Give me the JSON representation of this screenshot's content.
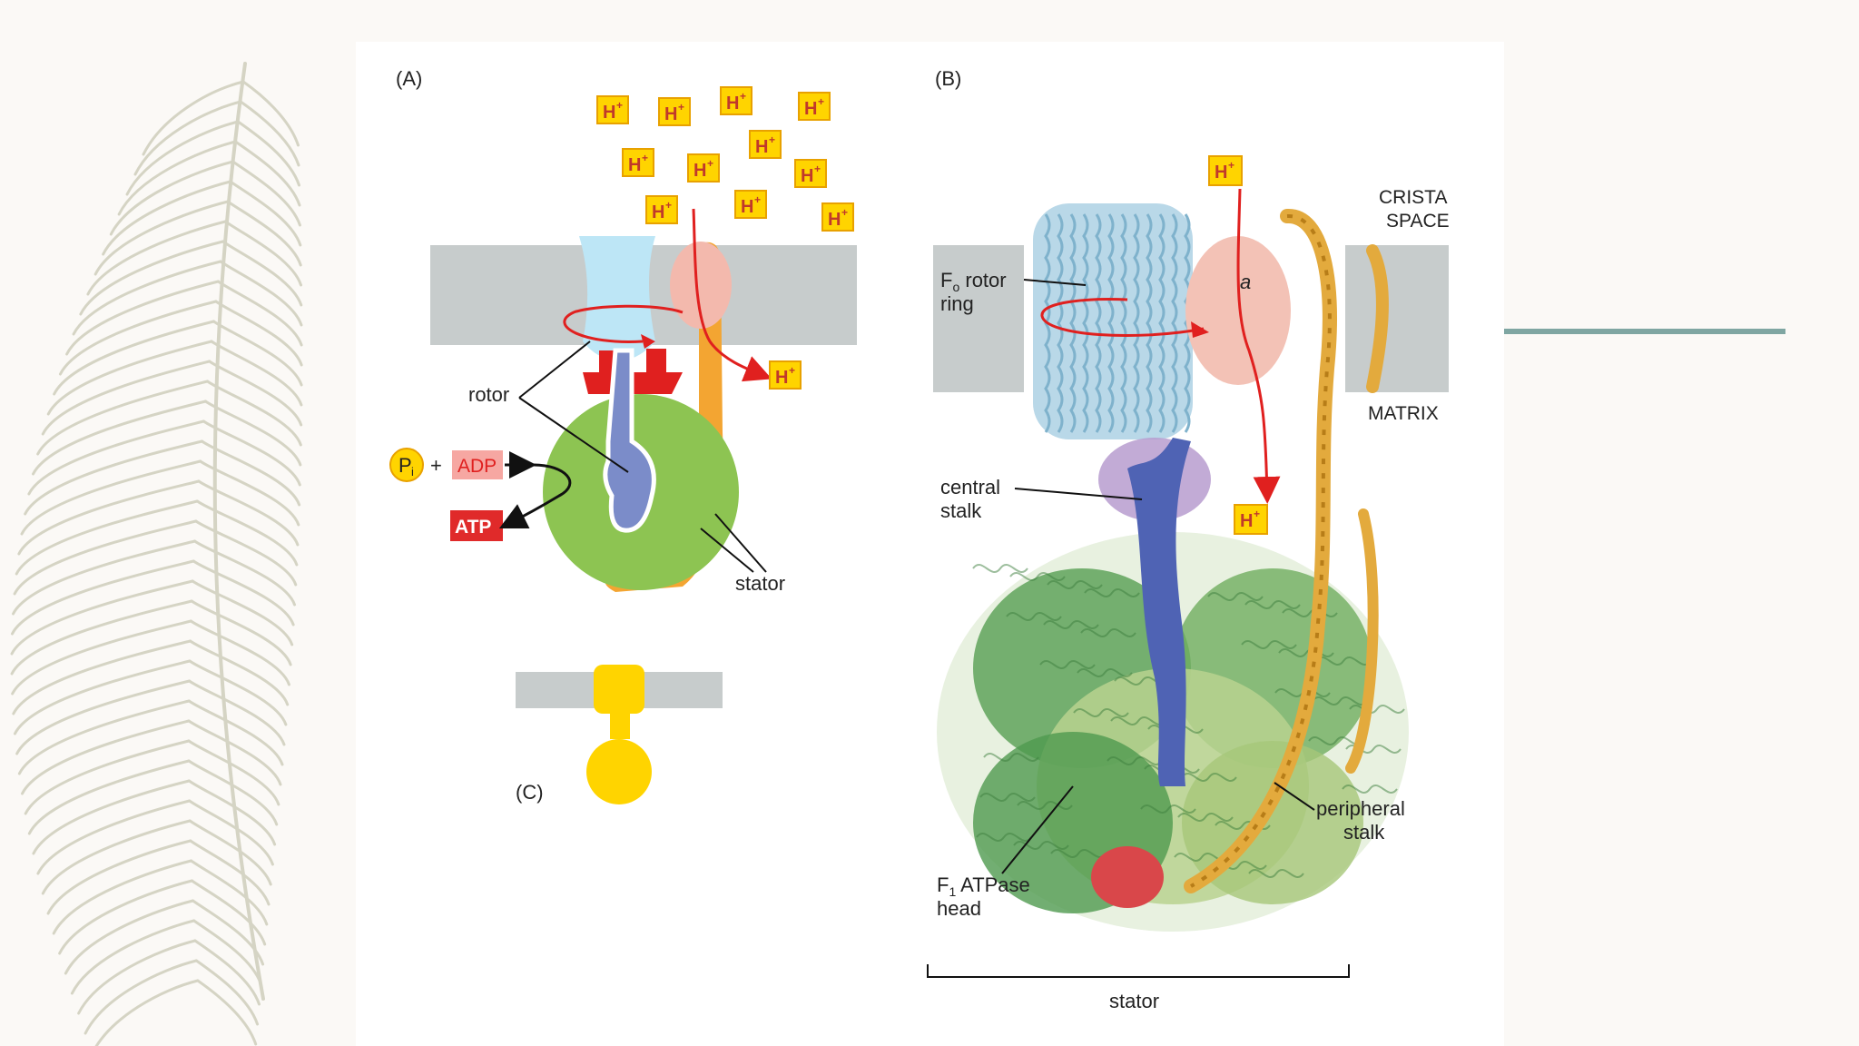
{
  "panels": {
    "a": {
      "tag": "(A)",
      "rotor_label": "rotor",
      "stator_label": "stator",
      "pi_label": "P",
      "pi_sub": "i",
      "plus": "+",
      "adp_label": "ADP",
      "atp_label": "ATP",
      "proton": "H",
      "proton_sup": "+"
    },
    "b": {
      "tag": "(B)",
      "crista_line1": "CRISTA",
      "crista_line2": "SPACE",
      "matrix_label": "MATRIX",
      "fo_main": "F",
      "fo_sub": "o",
      "fo_rest": " rotor",
      "fo_line2": "ring",
      "a_label": "a",
      "central_line1": "central",
      "central_line2": "stalk",
      "peripheral_line1": "peripheral",
      "peripheral_line2": "stalk",
      "f1_main": "F",
      "f1_sub": "1",
      "f1_rest": " ATPase",
      "f1_line2": "head",
      "stator_label": "stator"
    },
    "c": {
      "tag": "(C)"
    }
  },
  "colors": {
    "membrane": "#c7cccc",
    "rotor_ring": "#bde6f6",
    "central_stalk": "#7b8cc9",
    "f1_head": "#8dc452",
    "stator_arm": "#f3a532",
    "subunit_a": "#f3b9ad",
    "arrow_red": "#e0201f",
    "proton_box": "#ffd400",
    "atp_box": "#e02a2a",
    "adp_box": "#f6a7a2",
    "accent_line": "#7fa6a2"
  }
}
